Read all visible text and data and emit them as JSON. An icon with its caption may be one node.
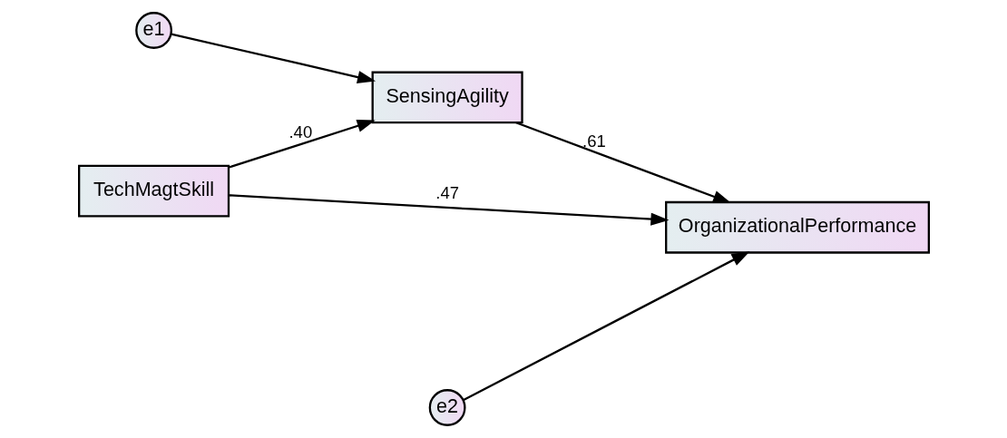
{
  "diagram": {
    "nodes": [
      {
        "text": [
          "e1"
        ]
      },
      {
        "text": [
          "SensingAgility"
        ]
      },
      {
        "text": [
          "TechMagtSkill"
        ]
      },
      {
        "text": [
          "OrganizationalPerformance"
        ]
      },
      {
        "text": [
          "e2"
        ]
      }
    ],
    "edges": [
      {
        "from": 0,
        "to": 1,
        "arrow": "to"
      },
      {
        "from": 2,
        "to": 1,
        "arrow": "to",
        "label": ".40"
      },
      {
        "from": 1,
        "to": 3,
        "arrow": "to",
        "label": ".61"
      },
      {
        "from": 2,
        "to": 3,
        "arrow": "to",
        "label": ".47"
      },
      {
        "from": 4,
        "to": 3,
        "arrow": "to"
      }
    ]
  }
}
